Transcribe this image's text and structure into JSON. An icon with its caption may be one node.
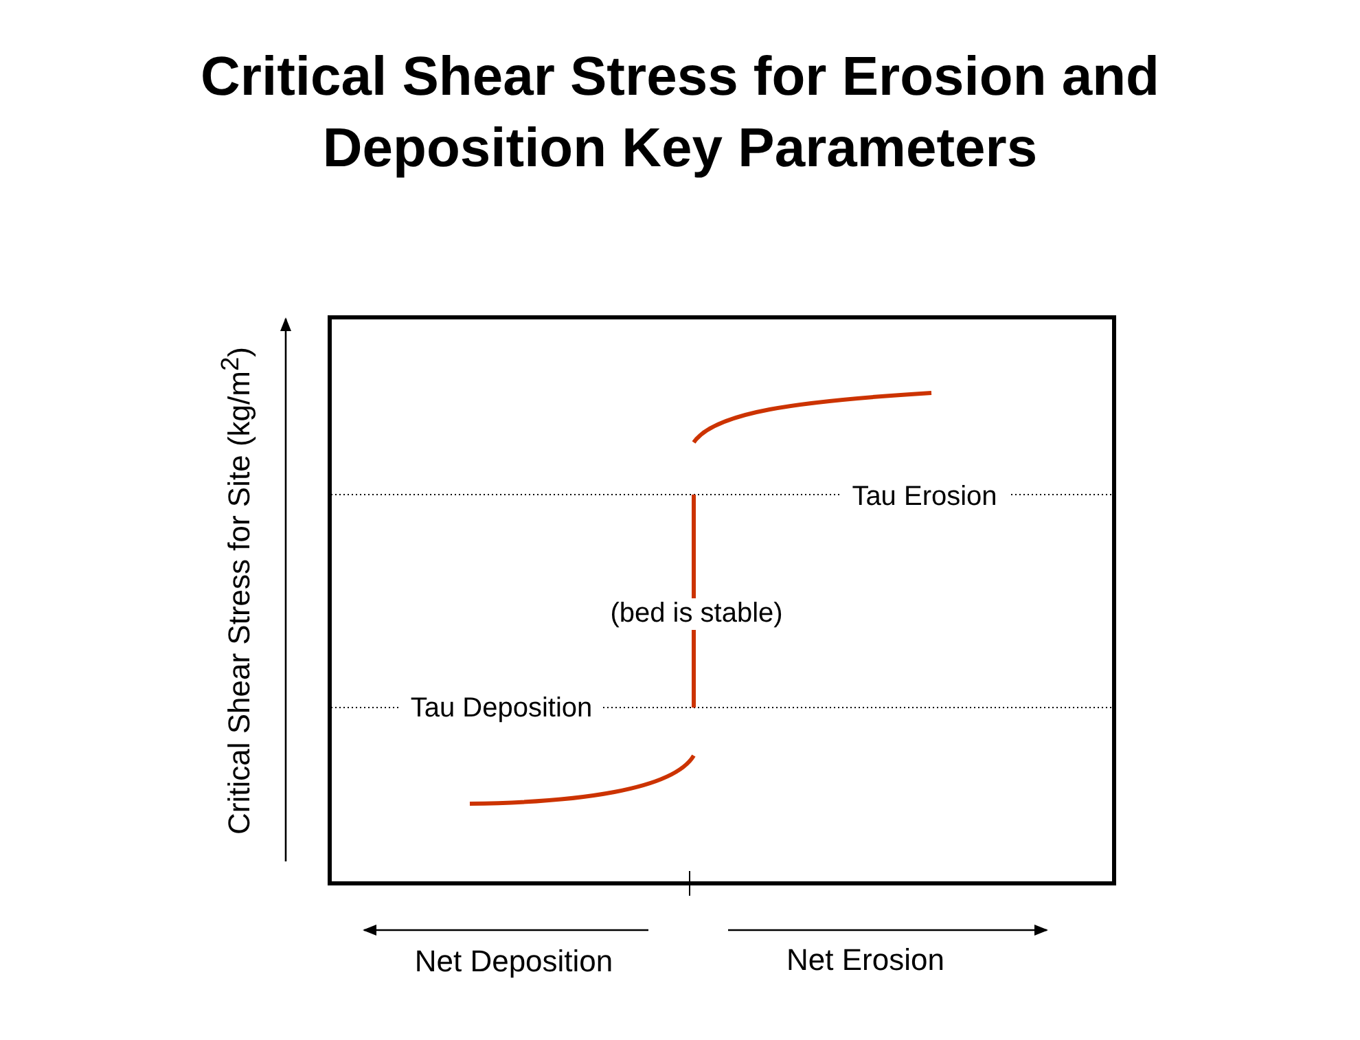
{
  "diagram": {
    "title": "Critical Shear Stress for Erosion and Deposition Key Parameters",
    "labels": [
      "Critical Shear Stress for Site (kg/m$^{2}$)",
      "Tau Erosion",
      "(bed is stable)",
      "Tau Deposition",
      "Net Deposition",
      "Net Erosion"
    ]
  }
}
